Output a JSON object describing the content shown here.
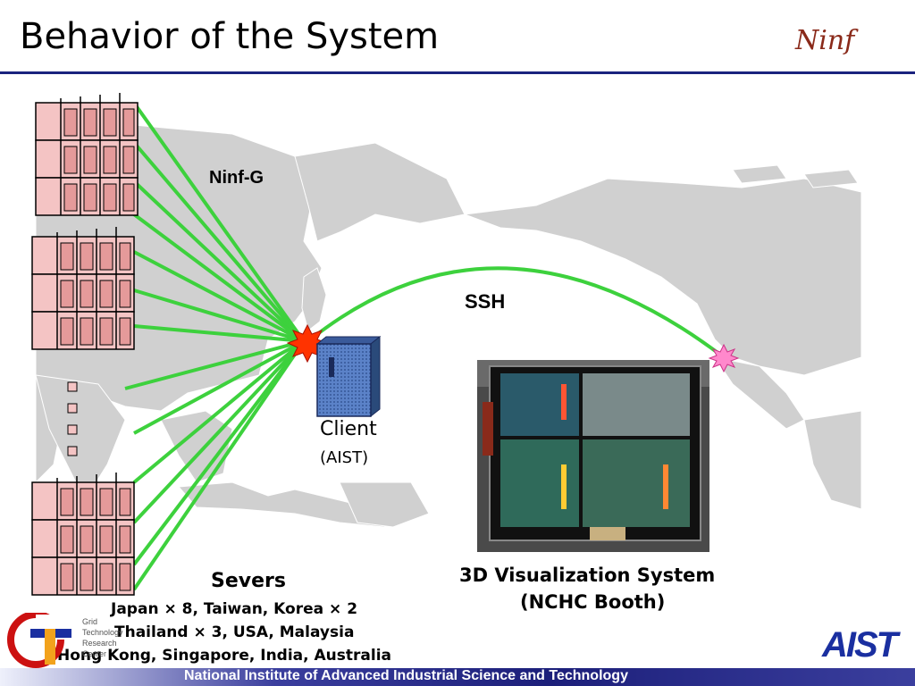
{
  "title": "Behavior of the System",
  "logos": {
    "ninf": "Ninf",
    "aist": "AIST",
    "gtrc_lines": [
      "Grid",
      "Technology",
      "Research",
      "Center"
    ]
  },
  "labels": {
    "ninf_g": "Ninf-G",
    "ssh": "SSH",
    "client": "Client",
    "client_sub": "(AIST)",
    "servers_heading": "Severs",
    "servers_line1": "Japan × 8, Taiwan, Korea × 2",
    "servers_line2": "Thailand × 3, USA, Malaysia",
    "servers_line3": "Hong Kong, Singapore, India, Australia",
    "viz_caption1": "3D Visualization System",
    "viz_caption2": "(NCHC Booth)"
  },
  "footer": "National Institute of Advanced Industrial Science and Technology",
  "colors": {
    "link_line": "#3dd13d",
    "server_rack": "#f4c4c4",
    "title_rule": "#1a237e",
    "client_burst": "#ff3300",
    "remote_burst": "#ff88cc",
    "map_land": "#d0d0d0",
    "client_box": "#4a6fb5"
  }
}
